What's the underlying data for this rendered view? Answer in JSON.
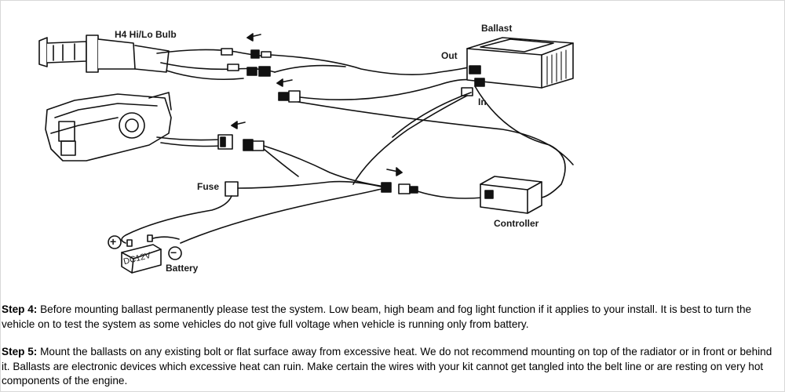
{
  "diagram": {
    "labels": {
      "bulb": "H4 Hi/Lo Bulb",
      "ballast": "Ballast",
      "out": "Out",
      "in": "In",
      "fuse": "Fuse",
      "controller": "Controller",
      "battery": "Battery",
      "dc": "DC12V",
      "plus": "+",
      "minus": "−"
    }
  },
  "steps": [
    {
      "heading": "Step 4:",
      "body": " Before mounting ballast permanently please test the system. Low beam, high beam and fog light function if it applies to your install. It is best to turn the vehicle on to test the system as some vehicles do not give full voltage when vehicle is running only from battery."
    },
    {
      "heading": "Step 5:",
      "body": " Mount the ballasts on any existing bolt or flat surface away from excessive heat. We do not recommend mounting on top of the radiator or in front or behind it. Ballasts are electronic devices which excessive heat can ruin. Make certain the wires with your kit cannot get tangled into the belt line or are resting on very hot components of the engine."
    }
  ]
}
